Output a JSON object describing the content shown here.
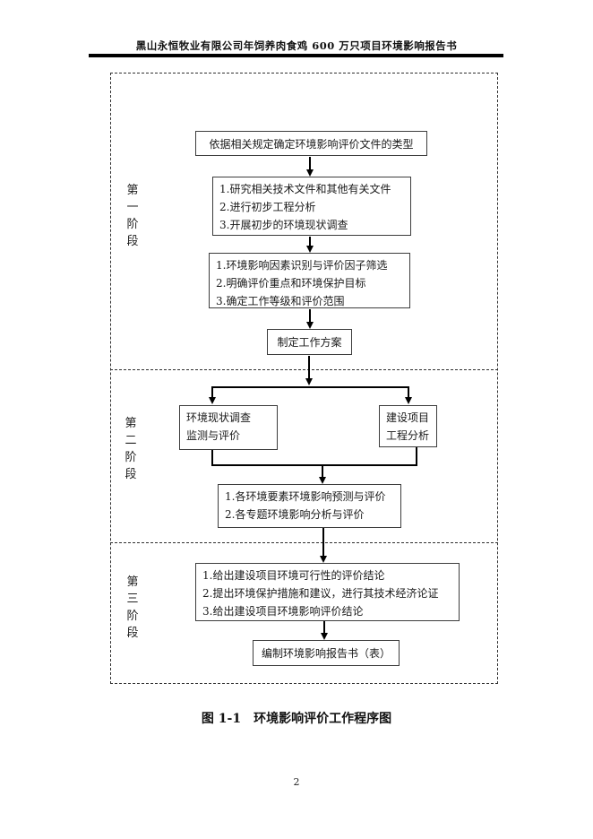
{
  "header": {
    "title": "黑山永恒牧业有限公司年饲养肉食鸡 600 万只项目环境影响报告书"
  },
  "flowchart": {
    "stage_labels": [
      "第一阶段",
      "第二阶段",
      "第三阶段"
    ],
    "boxes": {
      "determine_type": {
        "text": "依据相关规定确定环境影响评价文件的类型"
      },
      "preliminary_study": {
        "lines": [
          "1.研究相关技术文件和其他有关文件",
          "2.进行初步工程分析",
          "3.开展初步的环境现状调查"
        ]
      },
      "factor_screening": {
        "lines": [
          "1.环境影响因素识别与评价因子筛选",
          "2.明确评价重点和环境保护目标",
          "3.确定工作等级和评价范围"
        ]
      },
      "work_plan": {
        "text": "制定工作方案"
      },
      "status_survey": {
        "lines": [
          "环境现状调查",
          "监测与评价"
        ]
      },
      "project_analysis": {
        "lines": [
          "建设项目",
          "工程分析"
        ]
      },
      "impact_prediction": {
        "lines": [
          "1.各环境要素环境影响预测与评价",
          "2.各专题环境影响分析与评价"
        ]
      },
      "conclusions": {
        "lines": [
          "1.给出建设项目环境可行性的评价结论",
          "2.提出环境保护措施和建议，进行其技术经济论证",
          "3.给出建设项目环境影响评价结论"
        ]
      },
      "compile_report": {
        "text": "编制环境影响报告书（表）"
      }
    }
  },
  "caption": "图 1-1　环境影响评价工作程序图",
  "page_number": "2",
  "colors": {
    "ink": "#111111",
    "box_border": "#3c3c3c",
    "dashed_frame": "#2f2f2f"
  }
}
